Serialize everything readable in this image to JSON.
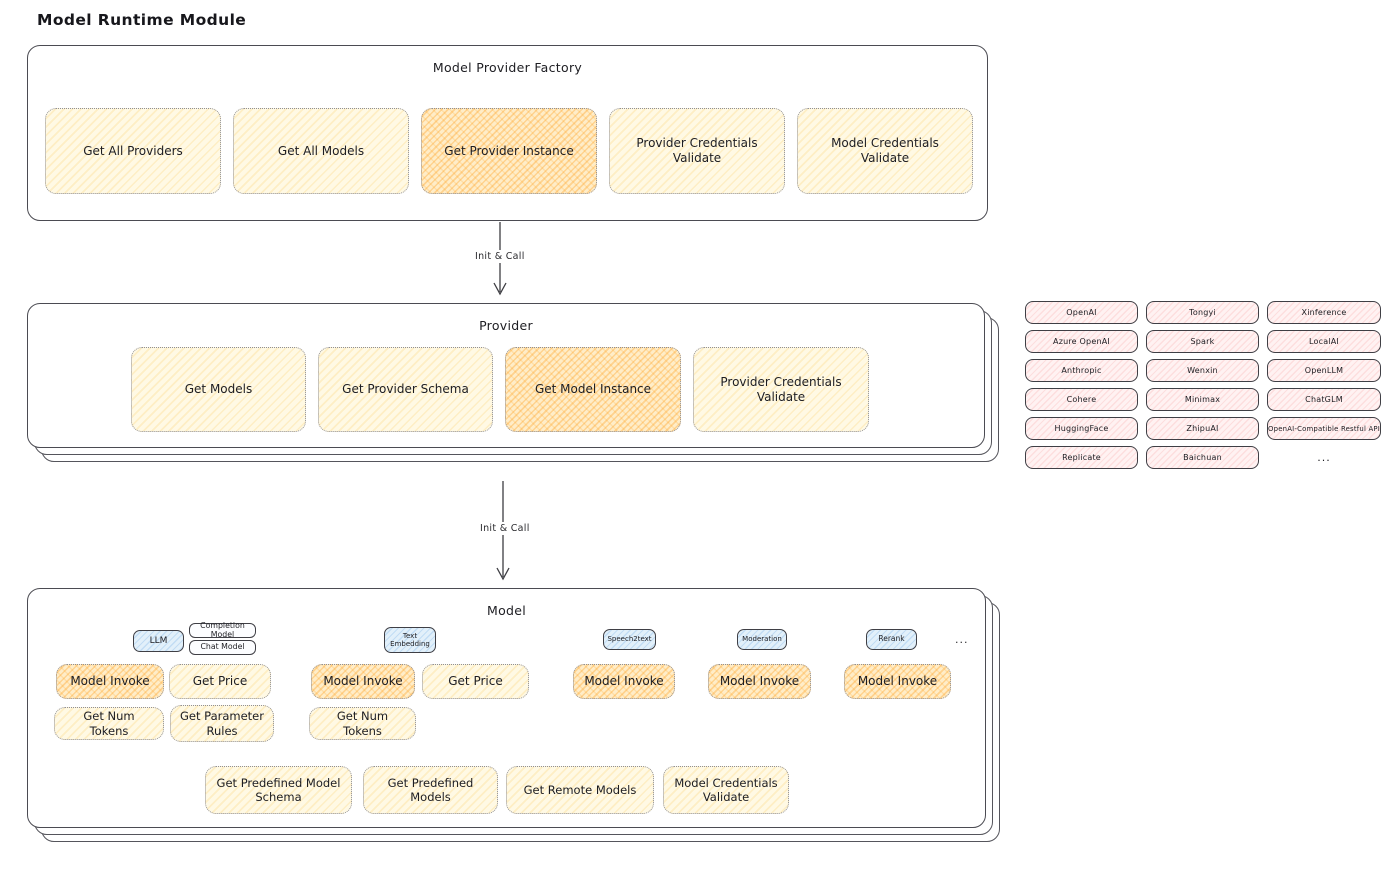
{
  "diagram": {
    "title": "Model Runtime Module"
  },
  "factory": {
    "title": "Model Provider Factory",
    "items": [
      {
        "label": "Get All Providers",
        "highlighted": false
      },
      {
        "label": "Get All Models",
        "highlighted": false
      },
      {
        "label": "Get Provider Instance",
        "highlighted": true
      },
      {
        "label": "Provider Credentials Validate",
        "highlighted": false
      },
      {
        "label": "Model Credentials Validate",
        "highlighted": false
      }
    ]
  },
  "arrow1": {
    "label": "Init & Call"
  },
  "arrow2": {
    "label": "Init & Call"
  },
  "provider": {
    "title": "Provider",
    "items": [
      {
        "label": "Get Models",
        "highlighted": false
      },
      {
        "label": "Get Provider Schema",
        "highlighted": false
      },
      {
        "label": "Get Model Instance",
        "highlighted": true
      },
      {
        "label": "Provider Credentials Validate",
        "highlighted": false
      }
    ]
  },
  "provider_list": {
    "rows": [
      [
        "OpenAI",
        "Tongyi",
        "Xinference"
      ],
      [
        "Azure OpenAI",
        "Spark",
        "LocalAI"
      ],
      [
        "Anthropic",
        "Wenxin",
        "OpenLLM"
      ],
      [
        "Cohere",
        "Minimax",
        "ChatGLM"
      ],
      [
        "HuggingFace",
        "ZhipuAI",
        "OpenAI-Compatible Restful API"
      ],
      [
        "Replicate",
        "Baichuan",
        "..."
      ]
    ]
  },
  "model": {
    "title": "Model",
    "tags": {
      "llm": "LLM",
      "completion": "Completion Model",
      "chat": "Chat Model",
      "text_embedding": "Text Embedding",
      "speech2text": "Speech2text",
      "moderation": "Moderation",
      "rerank": "Rerank",
      "more": "..."
    },
    "functions": {
      "model_invoke": "Model Invoke",
      "get_price": "Get Price",
      "get_num_tokens": "Get Num Tokens",
      "get_parameter_rules": "Get Parameter Rules",
      "get_predefined_model_schema": "Get Predefined Model Schema",
      "get_predefined_models": "Get Predefined Models",
      "get_remote_models": "Get Remote Models",
      "model_credentials_validate": "Model Credentials Validate"
    }
  },
  "colors": {
    "function_fill": "#fff9e4",
    "function_highlight": "#ffedc8",
    "provider_pink": "#fff2f2",
    "tag_blue": "#e2f0fa",
    "outline": "#4b4b52"
  }
}
